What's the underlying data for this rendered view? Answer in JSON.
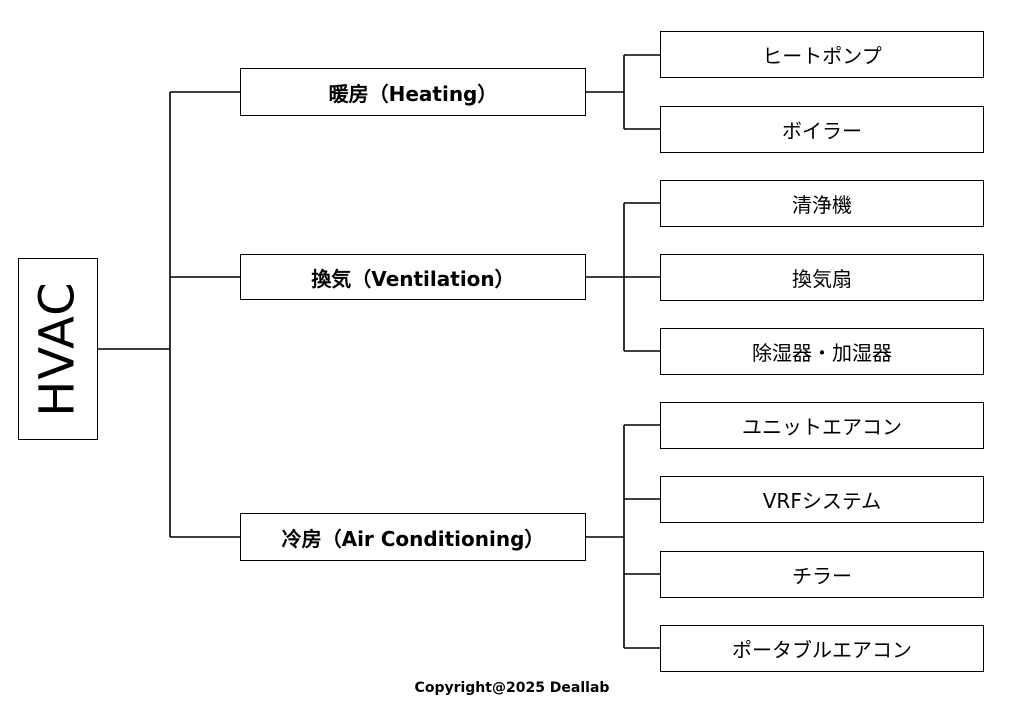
{
  "root": {
    "label": "HVAC"
  },
  "categories": [
    {
      "label": "暖房（Heating）",
      "items": [
        "ヒートポンプ",
        "ボイラー"
      ]
    },
    {
      "label": "換気（Ventilation）",
      "items": [
        "清浄機",
        "換気扇",
        "除湿器・加湿器"
      ]
    },
    {
      "label": "冷房（Air Conditioning）",
      "items": [
        "ユニットエアコン",
        "VRFシステム",
        "チラー",
        "ポータブルエアコン"
      ]
    }
  ],
  "footer": {
    "copyright": "Copyright@2025 Deallab"
  }
}
